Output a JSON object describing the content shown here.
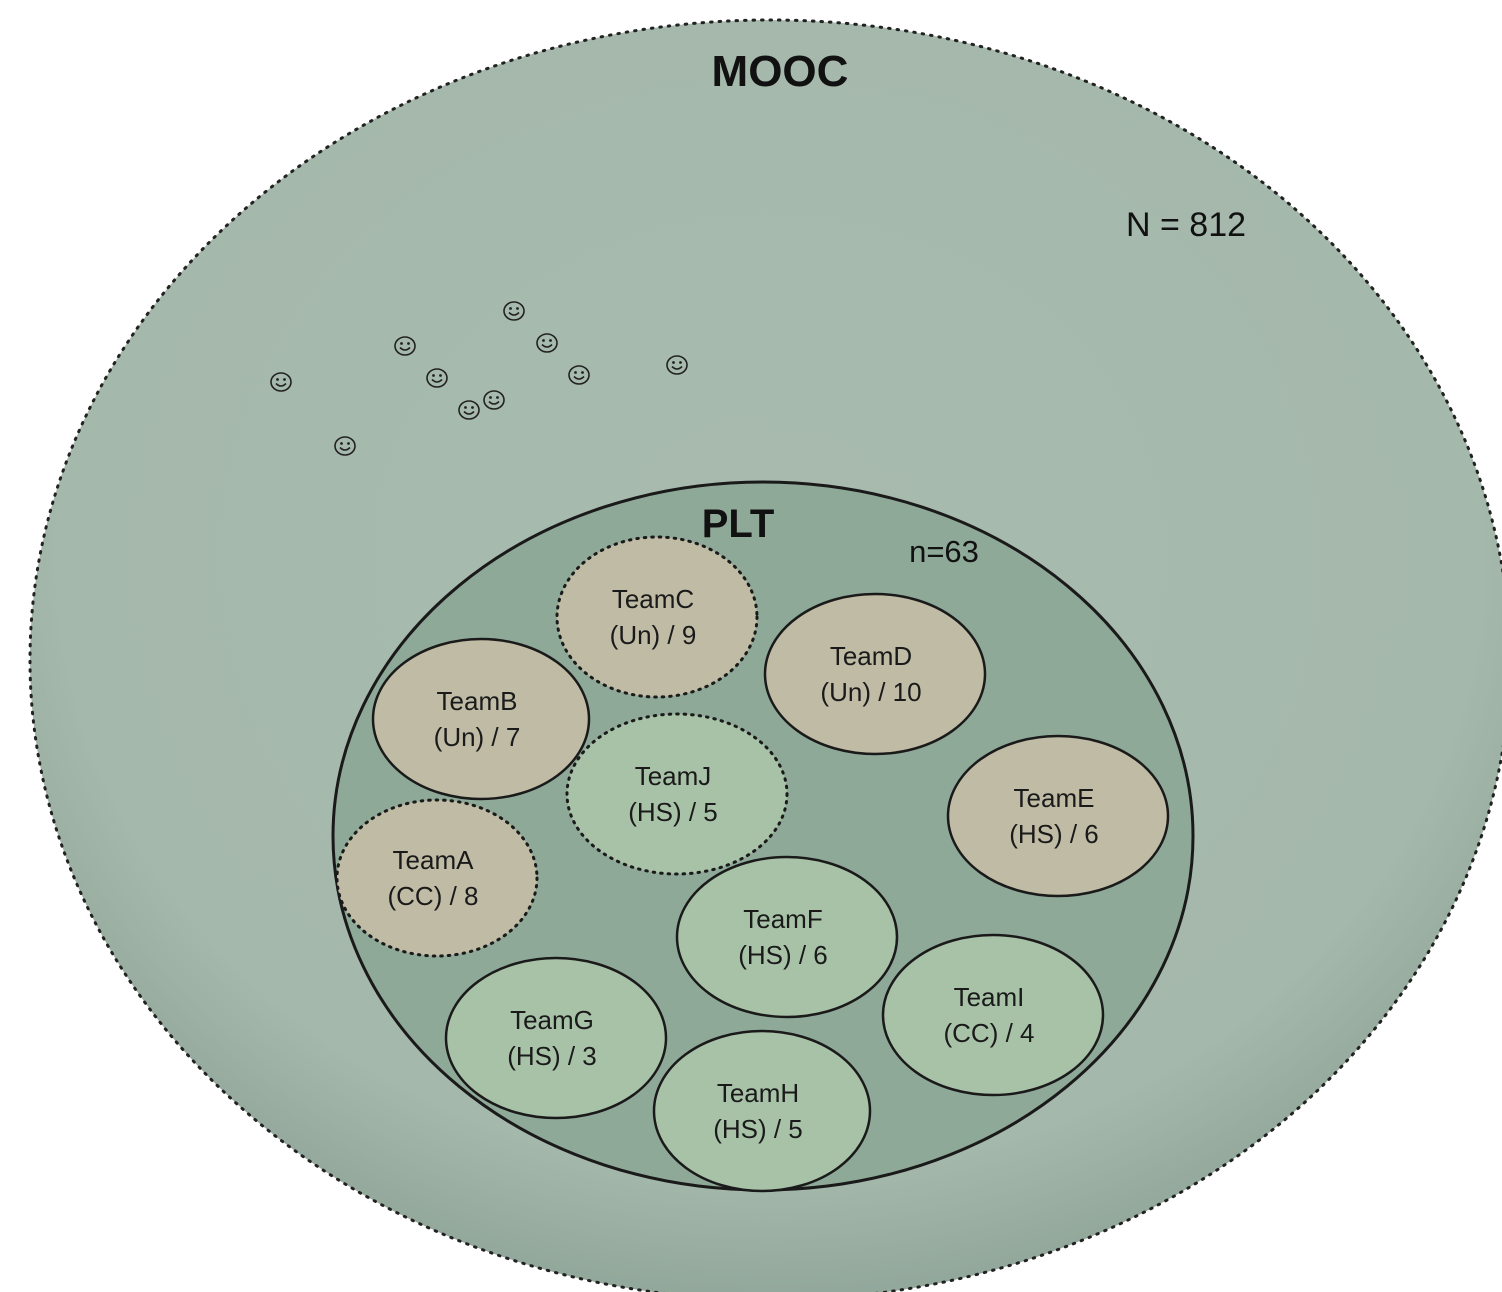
{
  "mooc": {
    "title": "MOOC",
    "count": "N = 812"
  },
  "plt": {
    "title": "PLT",
    "count": "n=63"
  },
  "teams": [
    {
      "name": "TeamA",
      "detail": "(CC) / 8",
      "border": "dotted",
      "fill": "#bfbba4"
    },
    {
      "name": "TeamB",
      "detail": "(Un) / 7",
      "border": "solid",
      "fill": "#bfbba4"
    },
    {
      "name": "TeamC",
      "detail": "(Un) / 9",
      "border": "dotted",
      "fill": "#bfbba4"
    },
    {
      "name": "TeamD",
      "detail": "(Un) / 10",
      "border": "solid",
      "fill": "#bfbba4"
    },
    {
      "name": "TeamE",
      "detail": "(HS) / 6",
      "border": "solid",
      "fill": "#bfbba4"
    },
    {
      "name": "TeamF",
      "detail": "(HS) / 6",
      "border": "solid",
      "fill": "#a8c2a8"
    },
    {
      "name": "TeamG",
      "detail": "(HS) / 3",
      "border": "solid",
      "fill": "#a8c2a8"
    },
    {
      "name": "TeamH",
      "detail": "(HS) / 5",
      "border": "solid",
      "fill": "#a8c2a8"
    },
    {
      "name": "TeamI",
      "detail": "(CC) / 4",
      "border": "solid",
      "fill": "#a8c2a8"
    },
    {
      "name": "TeamJ",
      "detail": "(HS) / 5",
      "border": "dotted",
      "fill": "#a8c2a8"
    }
  ],
  "individual_learner_icon": "smiley-face-icon",
  "colors": {
    "mooc_fill": "#a9bcb0",
    "plt_fill": "#8faa98",
    "outline": "#1a1a1a"
  }
}
